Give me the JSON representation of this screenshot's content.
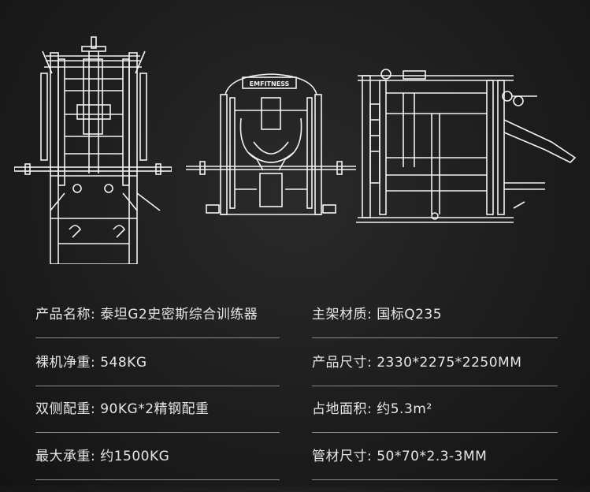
{
  "drawings": [
    {
      "name": "front-view-drawing",
      "icon": "smith-machine-front-view"
    },
    {
      "name": "rear-view-drawing",
      "icon": "smith-machine-rear-view",
      "logo_text": "EMFITNESS"
    },
    {
      "name": "side-view-drawing",
      "icon": "smith-machine-side-view"
    }
  ],
  "specs": [
    {
      "label": "产品名称:",
      "value": "泰坦G2史密斯综合训练器"
    },
    {
      "label": "主架材质:",
      "value": "国标Q235"
    },
    {
      "label": "裸机净重:",
      "value": "548KG"
    },
    {
      "label": "产品尺寸:",
      "value": "2330*2275*2250MM"
    },
    {
      "label": "双侧配重:",
      "value": "90KG*2精钢配重"
    },
    {
      "label": "占地面积:",
      "value": "约5.3m²"
    },
    {
      "label": "最大承重:",
      "value": "约1500KG"
    },
    {
      "label": "管材尺寸:",
      "value": "50*70*2.3-3MM"
    }
  ]
}
